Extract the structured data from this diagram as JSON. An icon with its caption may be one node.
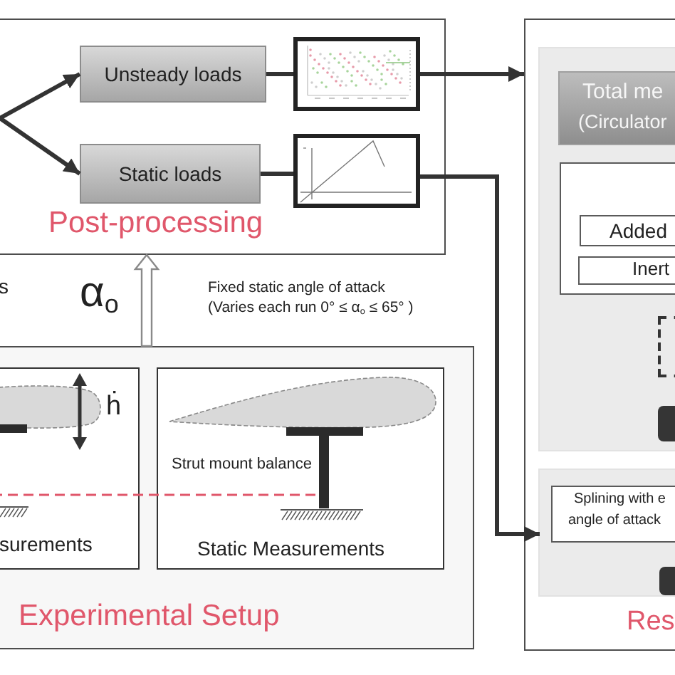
{
  "diagram": {
    "nodes": [
      {
        "text": [
          "Post-processing"
        ]
      },
      {
        "text": [
          "Unsteady loads"
        ],
        "in": 0
      },
      {
        "text": [
          "Static loads"
        ],
        "in": 0
      },
      {
        "text": [],
        "shape": "picture",
        "in": 0
      },
      {
        "text": [],
        "shape": "picture",
        "in": 0
      },
      {
        "text": [
          "Res"
        ]
      },
      {
        "text": [],
        "shape": "box",
        "in": 5
      },
      {
        "text": [
          "Total me",
          "(Circulator"
        ],
        "in": 6
      },
      {
        "text": [],
        "shape": "box",
        "in": 6
      },
      {
        "text": [
          "Added"
        ],
        "in": 8
      },
      {
        "text": [
          "Inert"
        ],
        "in": 8
      },
      {
        "text": [],
        "shape": "box",
        "in": 6
      },
      {
        "text": [],
        "shape": "box",
        "in": 6
      },
      {
        "text": [],
        "shape": "box",
        "in": 5
      },
      {
        "text": [
          "Splining with e",
          "angle of attack"
        ],
        "in": 13
      },
      {
        "text": [],
        "shape": "box",
        "in": 13
      },
      {
        "text": [
          "Experimental Setup"
        ]
      },
      {
        "text": [
          "ḣ",
          "surements"
        ],
        "in": 16
      },
      {
        "text": [
          "Strut mount balance",
          "Static Measurements"
        ],
        "in": 16
      },
      {
        "text": [],
        "shape": "bar",
        "in": 18
      }
    ],
    "edges": [
      {
        "from": null,
        "to": 1,
        "arrow": "to"
      },
      {
        "from": null,
        "to": 2,
        "arrow": "to"
      },
      {
        "from": 1,
        "to": 3,
        "arrow": "none"
      },
      {
        "from": 2,
        "to": 4,
        "arrow": "none"
      },
      {
        "from": 3,
        "to": 5,
        "arrow": "to"
      },
      {
        "from": 4,
        "to": 13,
        "arrow": "to"
      },
      {
        "from": 16,
        "to": 0,
        "arrow": "to",
        "style": "thick"
      },
      {
        "from": 17,
        "to": 19,
        "arrow": "none",
        "style": "dashed",
        "color": "#e0576b"
      }
    ],
    "labels": [
      "s",
      "α$_{o}$",
      "Fixed static angle of attack (Varies each run 0° ≤ α$_{o}$ ≤ 65° )"
    ]
  }
}
